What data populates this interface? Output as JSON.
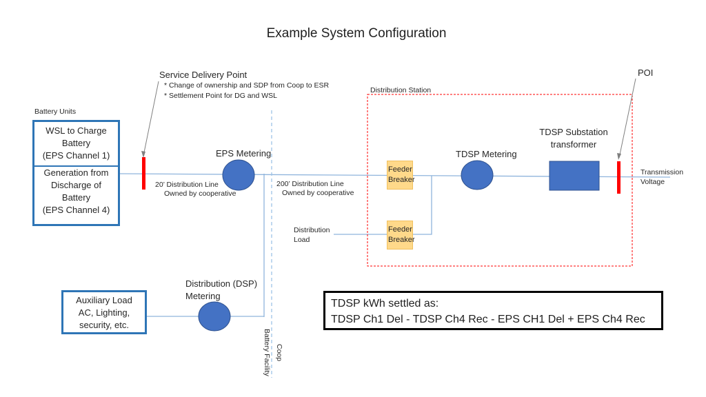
{
  "title": "Example System Configuration",
  "battery_units_label": "Battery Units",
  "wsl_box": {
    "lines": [
      "WSL to Charge",
      "Battery",
      "(EPS Channel 1)"
    ]
  },
  "gen_box": {
    "lines": [
      "Generation from",
      "Discharge of",
      "Battery",
      "(EPS Channel 4)"
    ]
  },
  "aux_box": {
    "lines": [
      "Auxiliary Load",
      "AC, Lighting,",
      "security, etc."
    ]
  },
  "sdp": {
    "title": "Service Delivery Point",
    "notes": [
      "* Change of ownership and SDP from Coop to ESR",
      "* Settlement Point for DG and WSL"
    ]
  },
  "eps_metering_label": "EPS Metering",
  "dist_line_20": [
    "20’ Distribution Line",
    "Owned by cooperative"
  ],
  "dist_line_200": [
    "200’ Distribution Line",
    "Owned by cooperative"
  ],
  "distribution_station_label": "Distribution Station",
  "tdsp_metering_label": "TDSP Metering",
  "tdsp_transformer_label": [
    "TDSP Substation",
    "transformer"
  ],
  "poi_label": "POI",
  "transmission_voltage_label": [
    "Transmission",
    "Voltage"
  ],
  "feeder_breaker_1": [
    "Feeder",
    "Breaker"
  ],
  "feeder_breaker_2": [
    "Feeder",
    "Breaker"
  ],
  "distribution_load_label": [
    "Distribution",
    "Load"
  ],
  "dsp_metering_label": [
    "Distribution (DSP)",
    "Metering"
  ],
  "coop_label": "Coop",
  "battery_facility_label": "Battery Facility",
  "summary": {
    "line1": "TDSP kWh settled as:",
    "line2": "TDSP Ch1 Del - TDSP Ch4 Rec - EPS CH1 Del + EPS Ch4 Rec"
  },
  "colors": {
    "line": "#8fb4dc",
    "meter": "#4472c4",
    "transformer": "#4472c4",
    "sdp_marker": "#ff0000",
    "station_border": "#ff0000",
    "box_border": "#2e75b6",
    "breaker_fill": "#ffd98a"
  }
}
